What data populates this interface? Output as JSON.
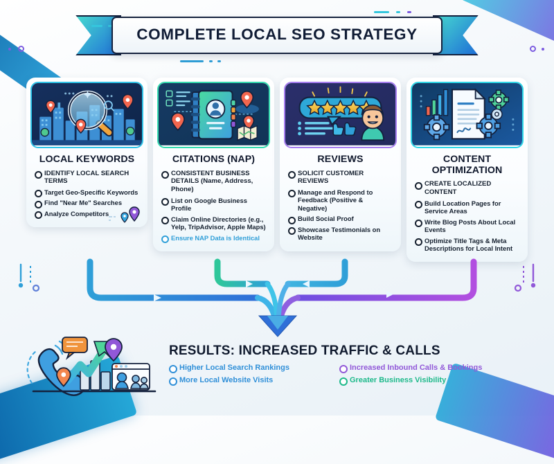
{
  "header": {
    "title": "COMPLETE LOCAL SEO STRATEGY"
  },
  "colors": {
    "card1_accent": "#2f8fd8",
    "card2_accent": "#1db98a",
    "card3_accent": "#8d6de0",
    "card4_accent": "#28b8c8",
    "ribbon_left": "#46d8d0",
    "ribbon_right": "#1f6fd6",
    "title_text": "#101c35"
  },
  "cards": [
    {
      "id": "local-keywords",
      "title": "LOCAL KEYWORDS",
      "accent": "#2f8fd8",
      "image_name": "city-skyline-magnifier-illustration",
      "bullets": [
        "IDENTIFY LOCAL SEARCH TERMS",
        "Target Geo-Specific Keywords",
        "Find \"Near Me\" Searches",
        "Analyze Competitors"
      ]
    },
    {
      "id": "citations-nap",
      "title": "CITATIONS (NAP)",
      "accent": "#1db98a",
      "image_name": "contact-book-map-pins-illustration",
      "bullets": [
        "CONSISTENT BUSINESS DETAILS (Name, Address, Phone)",
        "List on Google Business Profile",
        "Claim Online Directories (e.g., Yelp, TripAdvisor, Apple Maps)",
        "Ensure NAP Data is Identical"
      ]
    },
    {
      "id": "reviews",
      "title": "REVIEWS",
      "accent": "#8d6de0",
      "image_name": "five-star-rating-thumbs-up-illustration",
      "bullets": [
        "SOLICIT CUSTOMER REVIEWS",
        "Manage and Respond to Feedback (Positive & Negative)",
        "Build Social Proof",
        "Showcase Testimonials on Website"
      ]
    },
    {
      "id": "content-optimization",
      "title": "CONTENT OPTIMIZATION",
      "accent": "#28b8c8",
      "image_name": "document-gears-chart-illustration",
      "bullets": [
        "CREATE LOCALIZED CONTENT",
        "Build Location Pages for Service Areas",
        "Write Blog Posts About Local Events",
        "Optimize Title Tags & Meta Descriptions for Local Intent"
      ]
    }
  ],
  "results": {
    "title": "RESULTS: INCREASED TRAFFIC & CALLS",
    "image_name": "phone-growth-arrow-chart-illustration",
    "items": [
      {
        "label": "Higher Local Search Rankings",
        "color": "#2f8fd8"
      },
      {
        "label": "Increased Inbound Calls & Bookings",
        "color": "#9158d8"
      },
      {
        "label": "More Local Website Visits",
        "color": "#2f8fd8"
      },
      {
        "label": "Greater Business Visibility",
        "color": "#1db98a"
      }
    ]
  }
}
